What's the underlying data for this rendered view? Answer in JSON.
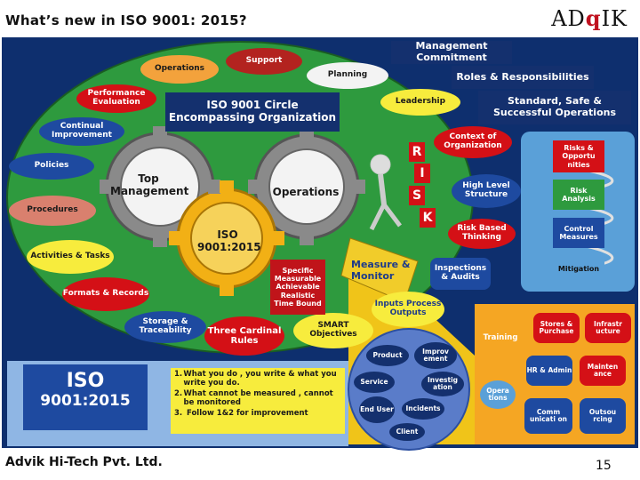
{
  "header": {
    "title": "What’s new in ISO 9001: 2015?",
    "logo_left": "AD",
    "logo_q": "q",
    "logo_right": "IK"
  },
  "footer": {
    "company": "Advik Hi-Tech Pvt. Ltd.",
    "page": "15"
  },
  "outer_ring": {
    "operations": "Operations",
    "support": "Support",
    "planning": "Planning",
    "leadership": "Leadership",
    "performance_evaluation": "Performance Evaluation",
    "continual_improvement": "Continual Improvement",
    "policies": "Policies",
    "procedures": "Procedures",
    "activities_tasks": "Activities & Tasks",
    "formats_records": "Formats & Records",
    "storage_traceability": "Storage & Traceability",
    "three_cardinal_rules": "Three Cardinal Rules",
    "smart_objectives": "SMART Objectives",
    "context_of_organization": "Context of Organization",
    "high_level_structure": "High Level Structure",
    "risk_based_thinking": "Risk Based Thinking",
    "inputs_process_outputs": "Inputs Process Outputs"
  },
  "circle_title": "ISO 9001 Circle Encompassing Organization",
  "gears": {
    "top_management": "Top Management",
    "operations": "Operations",
    "iso_center": "ISO 9001:2015"
  },
  "smart_box": "Specific Measurable Achievable Realistic Time Bound",
  "risk_letters": [
    "R",
    "I",
    "S",
    "K"
  ],
  "measure_monitor": "Measure & Monitor",
  "inspections": "Inspections & Audits",
  "right_header": {
    "mgmt_commitment": "Management Commitment",
    "roles": "Roles & Responsibilities",
    "standard_ops": "Standard, Safe & Successful Operations"
  },
  "right_chain": {
    "risks_opps": "Risks & Opportu nities",
    "risk_analysis": "Risk Analysis",
    "control_measures": "Control Measures",
    "mitigation": "Mitigation"
  },
  "iso_box": {
    "line1": "ISO",
    "line2": "9001:2015"
  },
  "rules": [
    "What you do , you write & what you write you do.",
    "What cannot be measured , cannot be monitored",
    "Follow 1&2 for improvement"
  ],
  "bubbles": {
    "product": "Product",
    "improvement": "Improv ement",
    "service": "Service",
    "investigation": "Investig ation",
    "end_user": "End User",
    "incidents": "Incidents",
    "client": "Client",
    "operations": "Opera tions"
  },
  "orange_grid": {
    "training": "Training",
    "stores": "Stores & Purchase",
    "infra": "Infrastr ucture",
    "hr": "HR & Admin",
    "maintenance": "Mainten ance",
    "communication": "Comm unicati on",
    "outsourcing": "Outsou rcing"
  },
  "colors": {
    "frame": "#0e2f6e",
    "ring": "#2e9a3e",
    "navy": "#14306e",
    "yellow": "#ffe82a",
    "red": "#d41016",
    "orange": "#f5a623",
    "light_blue": "#8fb6e4",
    "gear_gray": "#8a8a8a",
    "gear_gold": "#f2b015"
  }
}
